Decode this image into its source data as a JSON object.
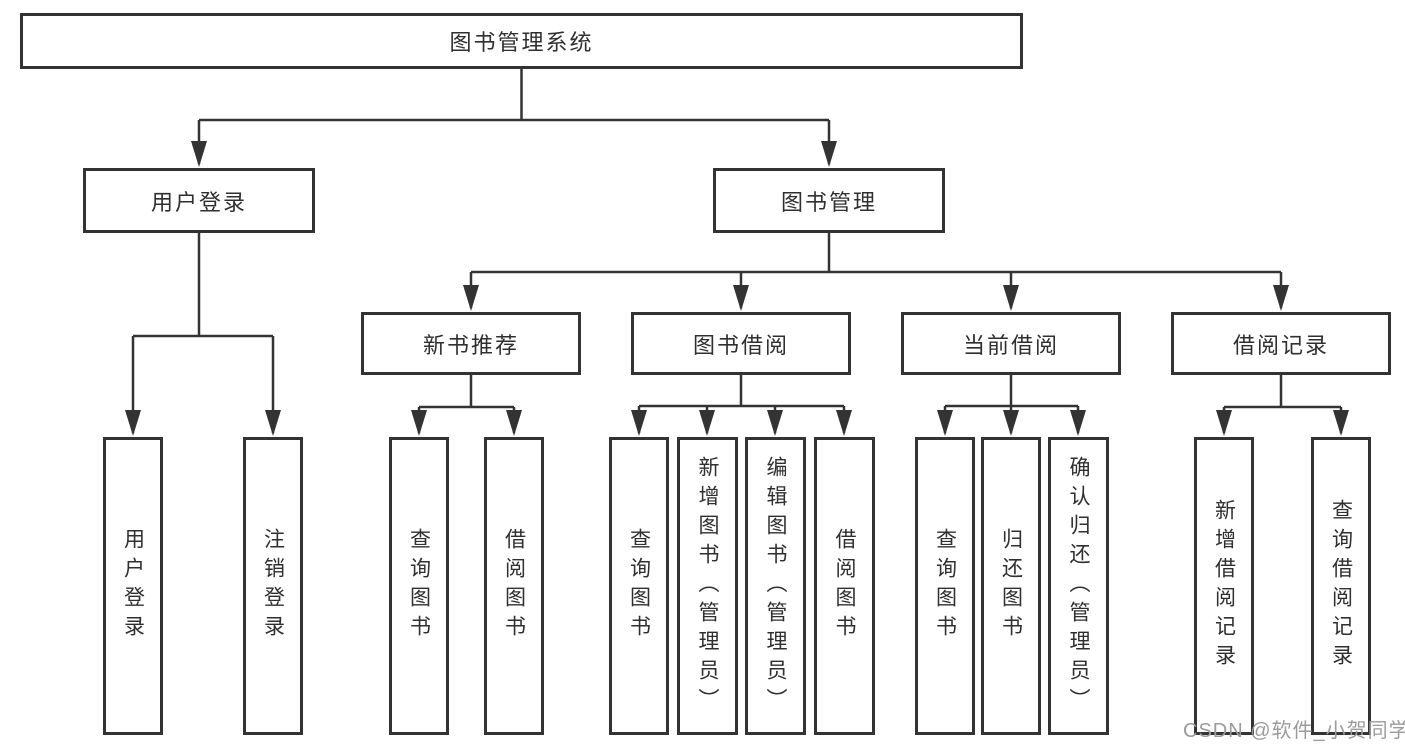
{
  "tree": {
    "label": "图书管理系统",
    "children": [
      {
        "label": "用户登录",
        "children": [
          {
            "label": "用户登录"
          },
          {
            "label": "注销登录"
          }
        ]
      },
      {
        "label": "图书管理",
        "children": [
          {
            "label": "新书推荐",
            "children": [
              {
                "label": "查询图书"
              },
              {
                "label": "借阅图书"
              }
            ]
          },
          {
            "label": "图书借阅",
            "children": [
              {
                "label": "查询图书"
              },
              {
                "label": "新增图书（管理员）"
              },
              {
                "label": "编辑图书（管理员）"
              },
              {
                "label": "借阅图书"
              }
            ]
          },
          {
            "label": "当前借阅",
            "children": [
              {
                "label": "查询图书"
              },
              {
                "label": "归还图书"
              },
              {
                "label": "确认归还（管理员）"
              }
            ]
          },
          {
            "label": "借阅记录",
            "children": [
              {
                "label": "新增借阅记录"
              },
              {
                "label": "查询借阅记录"
              }
            ]
          }
        ]
      }
    ]
  },
  "watermark": "CSDN @软件_小贺同学",
  "colors": {
    "line": "#333333",
    "box_background": "#ffffff",
    "text": "#2f2f2f",
    "watermark_text": "#9b9b9b"
  }
}
